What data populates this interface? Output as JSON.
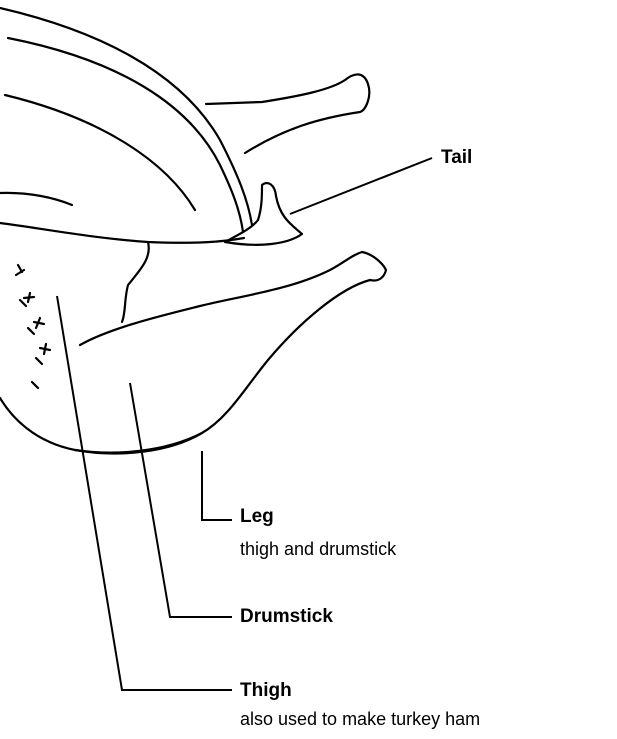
{
  "labels": {
    "tail": {
      "title": "Tail"
    },
    "leg": {
      "title": "Leg",
      "note": "thigh and drumstick"
    },
    "drumstick": {
      "title": "Drumstick"
    },
    "thigh": {
      "title": "Thigh",
      "note": "also used to make turkey ham"
    }
  }
}
